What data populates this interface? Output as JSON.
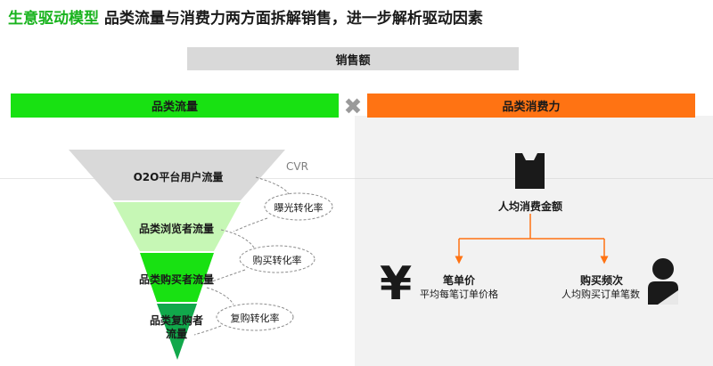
{
  "header": {
    "title_highlight": "生意驱动模型",
    "title_rest": "品类流量与消费力两方面拆解销售，进一步解析驱动因素"
  },
  "sales": {
    "label": "销售额"
  },
  "left_bar": {
    "label": "品类流量"
  },
  "right_bar": {
    "label": "品类消费力"
  },
  "operator": {
    "symbol": "✖"
  },
  "funnel": {
    "cvr_label": "CVR",
    "levels": [
      {
        "label": "O2O平台用户流量",
        "color": "#d9d9d9"
      },
      {
        "label": "品类浏览者流量",
        "color": "#c6f7b5"
      },
      {
        "label": "品类购买者流量",
        "color": "#18e112"
      },
      {
        "label_line1": "品类复购者",
        "label_line2": "流量",
        "color": "#11a84b"
      }
    ],
    "rates": [
      {
        "label": "曝光转化率"
      },
      {
        "label": "购买转化率"
      },
      {
        "label": "复购转化率"
      }
    ]
  },
  "consumption": {
    "root": {
      "label": "人均消费金额"
    },
    "left": {
      "title": "笔单价",
      "subtitle": "平均每笔订单价格",
      "icon": "yen-icon",
      "symbol": "¥"
    },
    "right": {
      "title": "购买频次",
      "subtitle": "人均购买订单笔数",
      "icon": "person-icon"
    },
    "arrow_color": "#ff7313",
    "root_icon": "shopping-bag-icon"
  }
}
